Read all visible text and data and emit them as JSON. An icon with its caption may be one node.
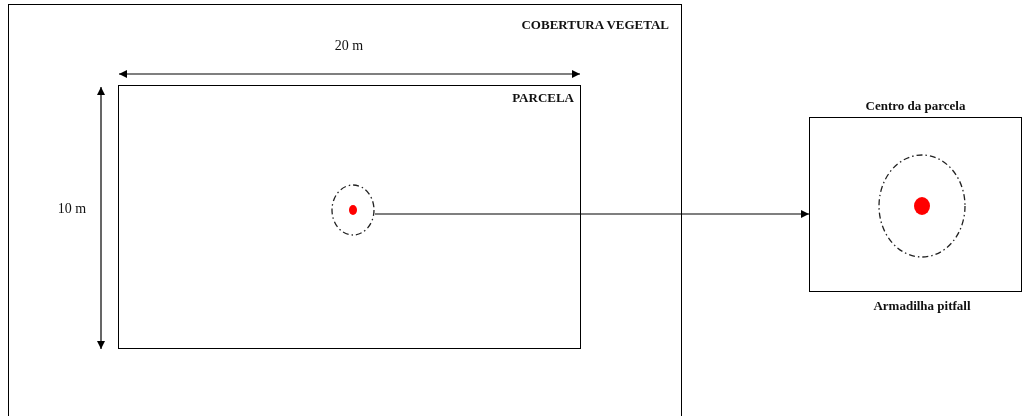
{
  "diagram": {
    "nodes": [
      {
        "text": [
          "COBERTURA VEGETAL"
        ]
      },
      {
        "text": [
          "PARCELA"
        ],
        "in": 0
      },
      {
        "text": [],
        "shape": "circle",
        "in": 1
      },
      {
        "text": [
          "Centro da parcela"
        ]
      },
      {
        "text": [],
        "shape": "circle",
        "in": 3,
        "beside": [
          "Armadilha pitfall"
        ]
      }
    ],
    "edges": [
      {
        "from": 2,
        "to": 3,
        "arrow": "to"
      }
    ],
    "labels": [
      "20 m",
      "10 m"
    ]
  }
}
